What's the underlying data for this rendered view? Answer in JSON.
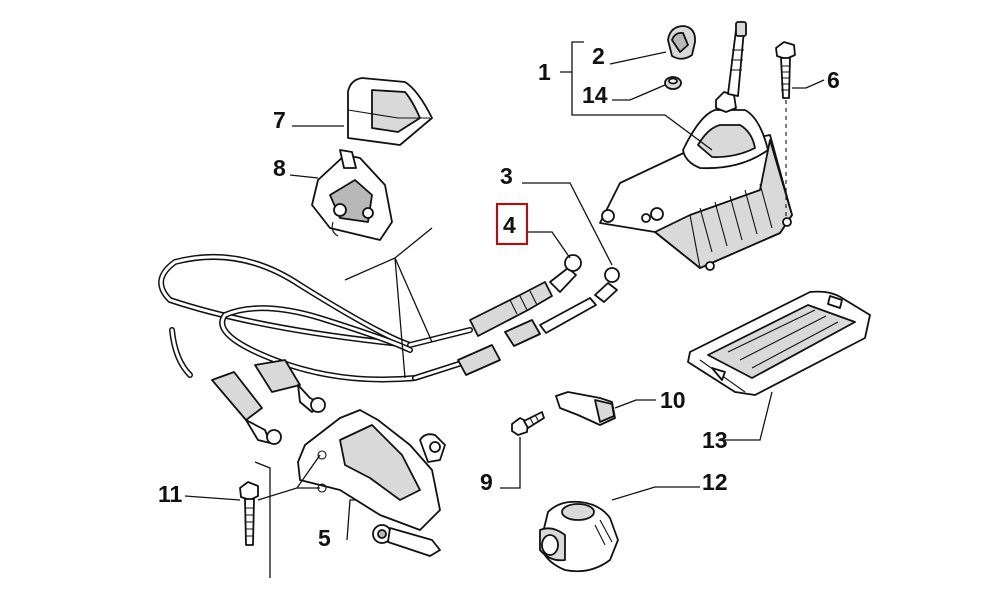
{
  "callouts": {
    "c1": "1",
    "c2": "2",
    "c3": "3",
    "c4": "4",
    "c5": "5",
    "c6": "6",
    "c7": "7",
    "c8": "8",
    "c9": "9",
    "c10": "10",
    "c11": "11",
    "c12": "12",
    "c13": "13",
    "c14": "14"
  },
  "highlight": {
    "callout": "4",
    "color": "#d40000"
  }
}
